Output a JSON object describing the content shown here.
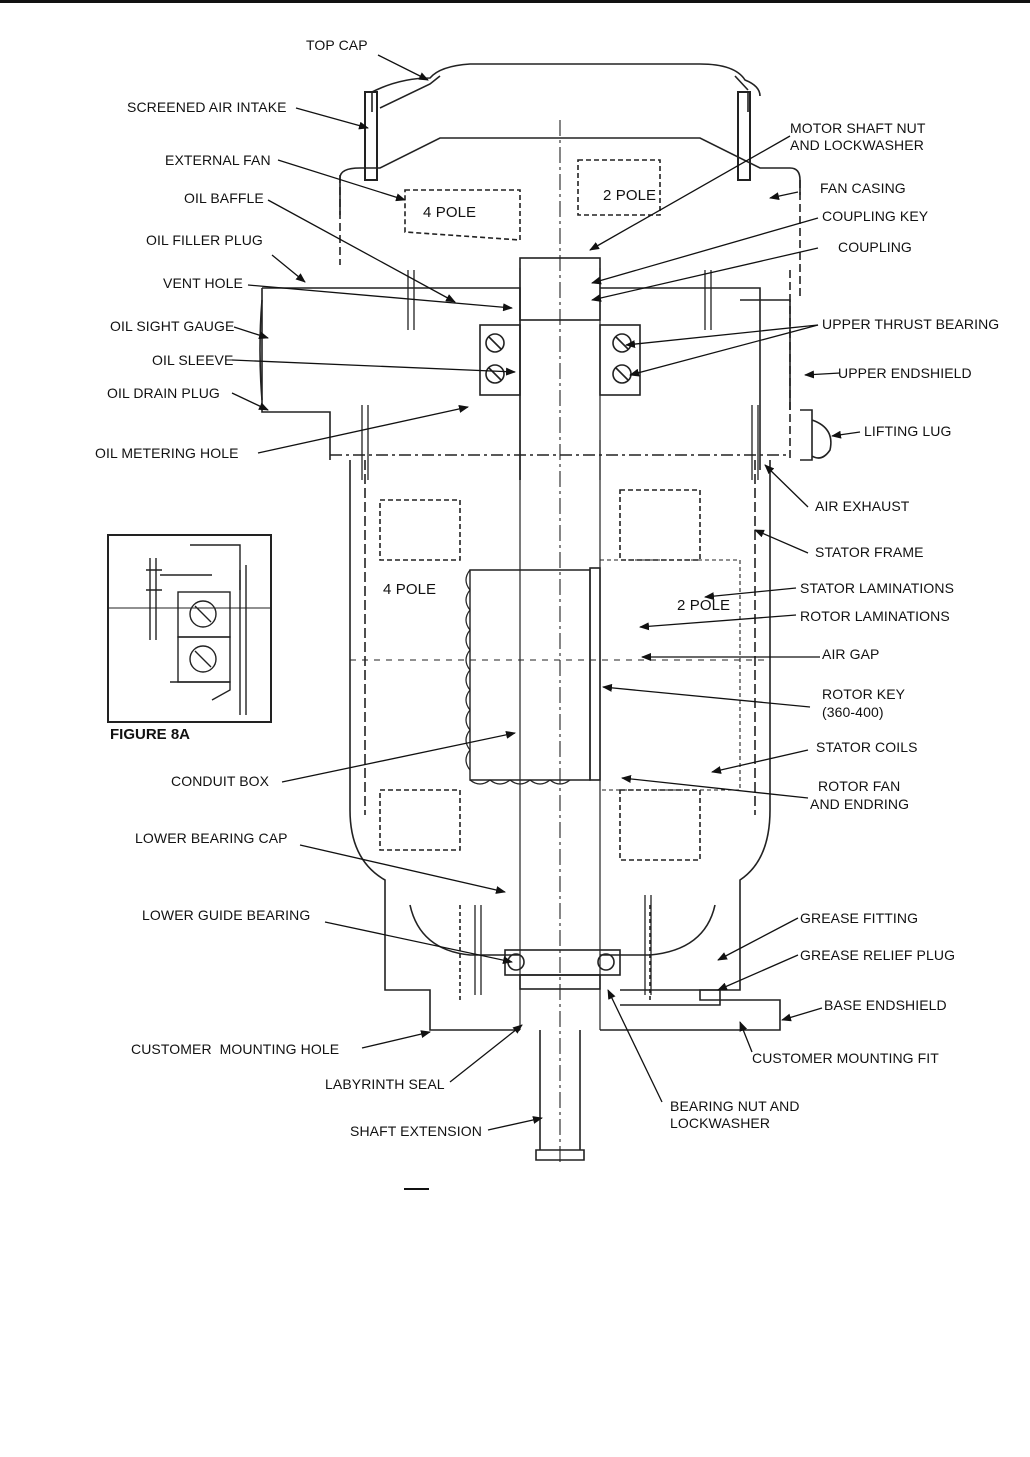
{
  "labels": {
    "top_cap": "TOP CAP",
    "screened_air_intake": "SCREENED AIR INTAKE",
    "external_fan": "EXTERNAL FAN",
    "oil_baffle": "OIL BAFFLE",
    "oil_filler_plug": "OIL FILLER PLUG",
    "vent_hole": "VENT HOLE",
    "oil_sight_gauge": "OIL SIGHT GAUGE",
    "oil_sleeve": "OIL SLEEVE",
    "oil_drain_plug": "OIL DRAIN PLUG",
    "oil_metering_hole": "OIL METERING HOLE",
    "motor_shaft_nut_1": "MOTOR SHAFT NUT",
    "motor_shaft_nut_2": "AND LOCKWASHER",
    "fan_casing": "FAN CASING",
    "coupling_key": "COUPLING KEY",
    "coupling": "COUPLING",
    "upper_thrust_bearing": "UPPER THRUST BEARING",
    "upper_endshield": "UPPER ENDSHIELD",
    "lifting_lug": "LIFTING LUG",
    "air_exhaust": "AIR EXHAUST",
    "stator_frame": "STATOR FRAME",
    "stator_laminations": "STATOR LAMINATIONS",
    "rotor_laminations": "ROTOR LAMINATIONS",
    "air_gap": "AIR GAP",
    "rotor_key_1": "ROTOR KEY",
    "rotor_key_2": "(360-400)",
    "stator_coils": "STATOR COILS",
    "rotor_fan_1": "ROTOR FAN",
    "rotor_fan_2": "AND ENDRING",
    "conduit_box": "CONDUIT BOX",
    "lower_bearing_cap": "LOWER BEARING CAP",
    "lower_guide_bearing": "LOWER GUIDE BEARING",
    "grease_fitting": "GREASE FITTING",
    "grease_relief_plug": "GREASE RELIEF PLUG",
    "base_endshield": "BASE ENDSHIELD",
    "customer_mounting_hole": "CUSTOMER  MOUNTING HOLE",
    "customer_mounting_fit": "CUSTOMER MOUNTING FIT",
    "labyrinth_seal": "LABYRINTH SEAL",
    "bearing_nut_1": "BEARING NUT AND",
    "bearing_nut_2": "LOCKWASHER",
    "shaft_extension": "SHAFT EXTENSION",
    "four_pole_top": "4 POLE",
    "two_pole_top": "2 POLE",
    "four_pole_mid": "4 POLE",
    "two_pole_mid": "2 POLE"
  },
  "figure_caption": "FIGURE 8A"
}
